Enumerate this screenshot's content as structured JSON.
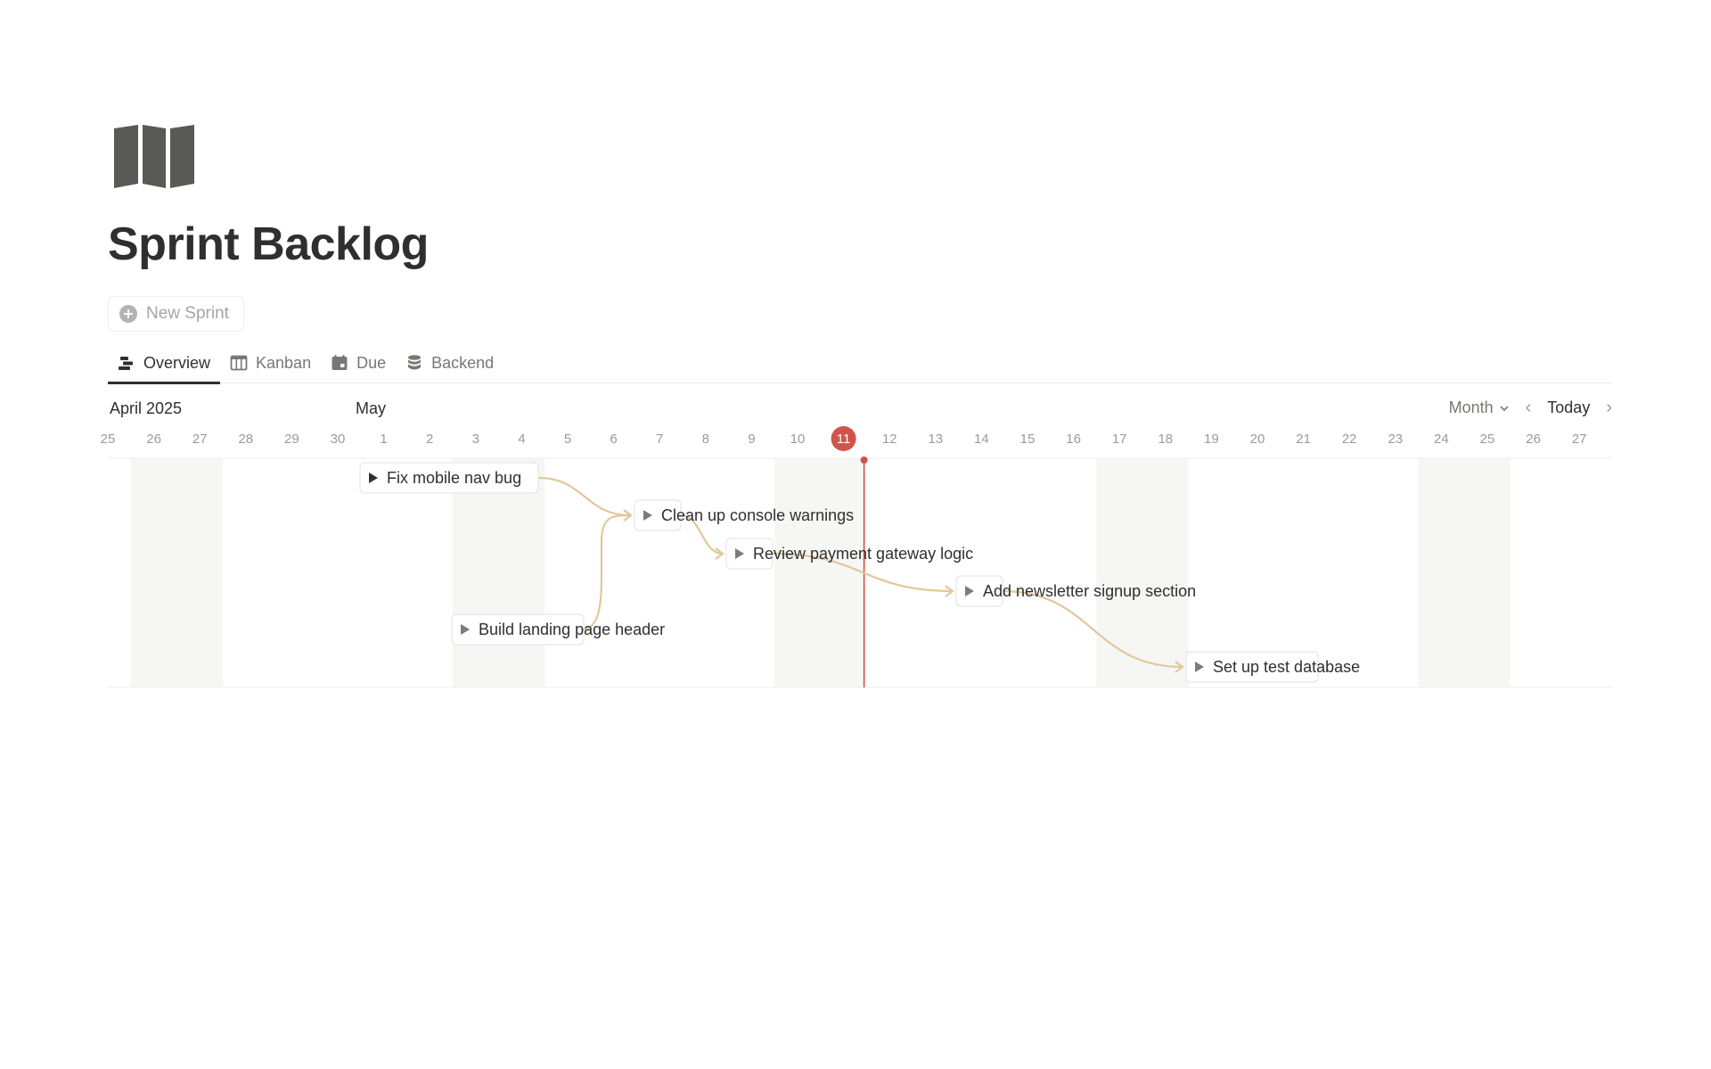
{
  "page": {
    "icon": "map-icon",
    "title": "Sprint Backlog"
  },
  "new_button": {
    "label": "New Sprint",
    "icon": "plus-circle-icon"
  },
  "tabs": [
    {
      "label": "Overview",
      "icon": "timeline-icon",
      "active": true
    },
    {
      "label": "Kanban",
      "icon": "board-icon",
      "active": false
    },
    {
      "label": "Due",
      "icon": "calendar-icon",
      "active": false
    },
    {
      "label": "Backend",
      "icon": "database-icon",
      "active": false
    }
  ],
  "timeline": {
    "months": [
      "April 2025",
      "May"
    ],
    "days": [
      "25",
      "26",
      "27",
      "28",
      "29",
      "30",
      "1",
      "2",
      "3",
      "4",
      "5",
      "6",
      "7",
      "8",
      "9",
      "10",
      "11",
      "12",
      "13",
      "14",
      "15",
      "16",
      "17",
      "18",
      "19",
      "20",
      "21",
      "22",
      "23",
      "24",
      "25",
      "26",
      "27"
    ],
    "today": "11",
    "controls": {
      "scale": "Month",
      "today_label": "Today"
    },
    "colors": {
      "today": "#d0544a",
      "dependency": "#e2c79c",
      "weekend": "#f6f6f5"
    },
    "tasks": [
      {
        "name": "Fix mobile nav bug",
        "start": "May 1",
        "end": "May 4"
      },
      {
        "name": "Clean up console warnings",
        "start": "May 7",
        "end": "May 7"
      },
      {
        "name": "Review payment gateway logic",
        "start": "May 9",
        "end": "May 9"
      },
      {
        "name": "Add newsletter signup section",
        "start": "May 14",
        "end": "May 14"
      },
      {
        "name": "Build landing page header",
        "start": "May 3",
        "end": "May 5"
      },
      {
        "name": "Set up test database",
        "start": "May 19",
        "end": "May 21"
      }
    ],
    "dependencies": [
      {
        "from": "Fix mobile nav bug",
        "to": "Clean up console warnings"
      },
      {
        "from": "Build landing page header",
        "to": "Clean up console warnings"
      },
      {
        "from": "Clean up console warnings",
        "to": "Review payment gateway logic"
      },
      {
        "from": "Review payment gateway logic",
        "to": "Add newsletter signup section"
      },
      {
        "from": "Add newsletter signup section",
        "to": "Set up test database"
      }
    ]
  }
}
